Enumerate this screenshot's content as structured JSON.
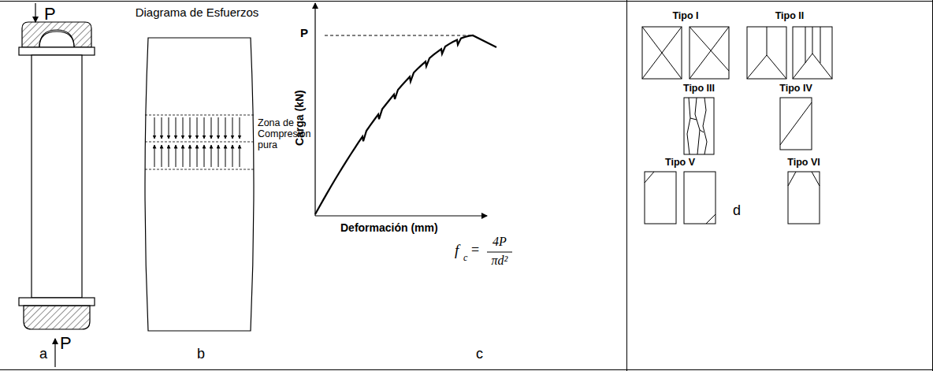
{
  "diagram": {
    "labels": [
      "P",
      "P",
      "a",
      "Diagrama de Esfuerzos",
      "Zona de Compresión pura",
      "b",
      "P",
      "Carga (kN)",
      "Deformación (mm)",
      "f",
      "c",
      "=",
      "4P",
      "πd²",
      "c",
      "Tipo I",
      "Tipo II",
      "Tipo III",
      "Tipo IV",
      "Tipo V",
      "Tipo VI",
      "d"
    ]
  }
}
